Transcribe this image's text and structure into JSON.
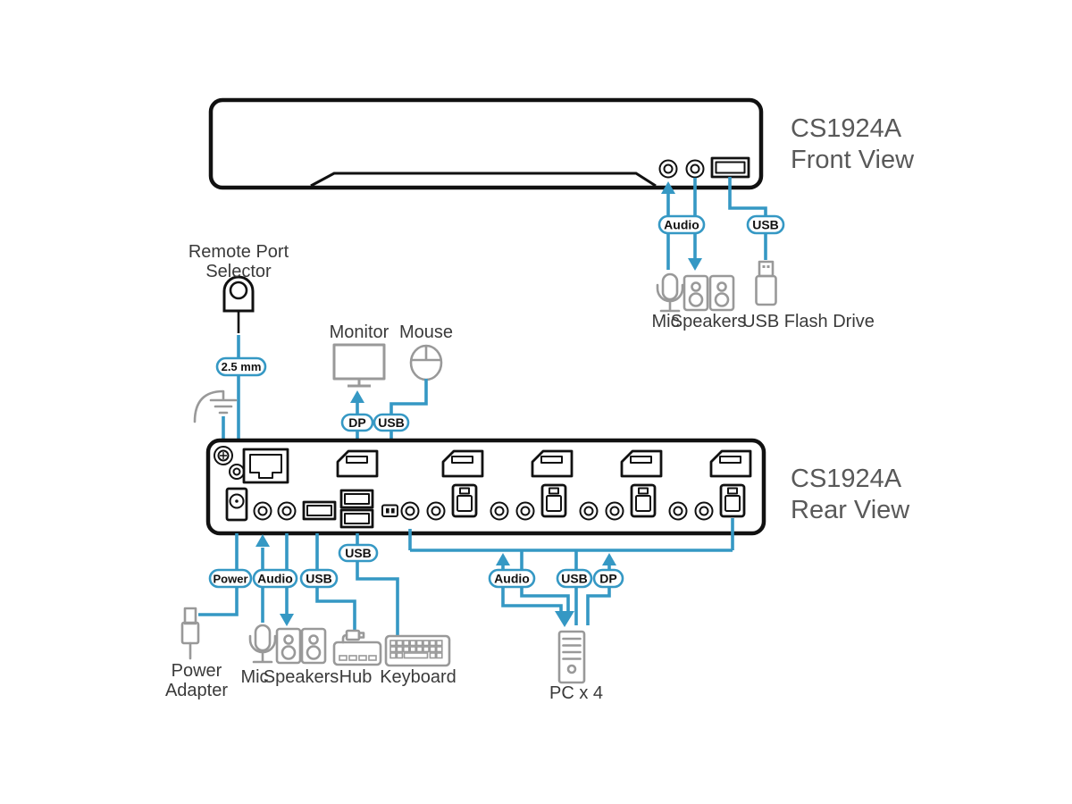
{
  "front_view": {
    "title": [
      "CS1924A",
      "Front View"
    ],
    "pills": {
      "audio": "Audio",
      "usb": "USB"
    },
    "labels": {
      "mic": "Mic",
      "speakers": "Speakers",
      "flash_drive": "USB Flash Drive"
    }
  },
  "console": {
    "remote_selector": [
      "Remote Port",
      "Selector"
    ],
    "pills": {
      "plug_size": "2.5 mm",
      "dp": "DP",
      "usb": "USB"
    },
    "labels": {
      "monitor": "Monitor",
      "mouse": "Mouse"
    }
  },
  "rear_view": {
    "title": [
      "CS1924A",
      "Rear View"
    ],
    "pills": {
      "power": "Power",
      "audio": "Audio",
      "usb_hub": "USB",
      "usb_keyboard": "USB",
      "pc_audio": "Audio",
      "pc_usb": "USB",
      "pc_dp": "DP"
    },
    "labels": {
      "power_adapter": [
        "Power",
        "Adapter"
      ],
      "mic": "Mic",
      "speakers": "Speakers",
      "hub": "Hub",
      "keyboard": "Keyboard",
      "pc": "PC x 4"
    }
  },
  "colors": {
    "accent_blue": "#3598C4",
    "icon_gray": "#999999",
    "title_gray": "#595959",
    "label_dark": "#3A3A3A",
    "outline_black": "#111111"
  }
}
